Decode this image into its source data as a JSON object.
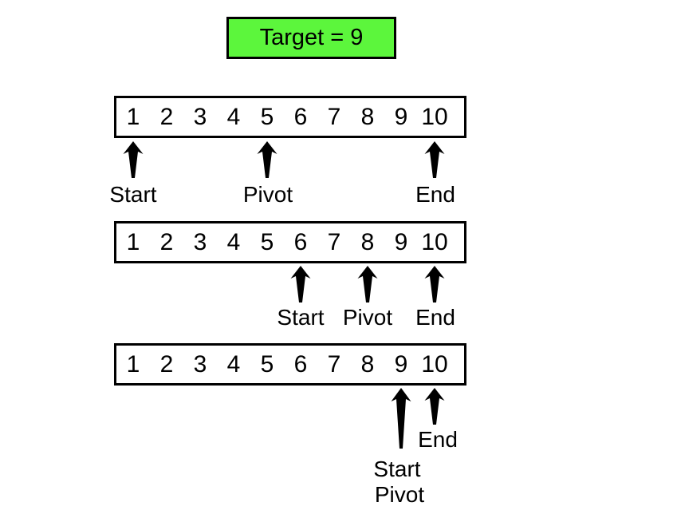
{
  "target": {
    "label": "Target = 9"
  },
  "colors": {
    "target_fill": "#5CF63C",
    "outline": "#000000",
    "background": "#FFFFFF"
  },
  "icons": {
    "pointer": "up-arrow-icon"
  },
  "array_values": [
    "1",
    "2",
    "3",
    "4",
    "5",
    "6",
    "7",
    "8",
    "9",
    "10"
  ],
  "steps": [
    {
      "pointers": [
        {
          "label": "Start",
          "points_to": "1"
        },
        {
          "label": "Pivot",
          "points_to": "5"
        },
        {
          "label": "End",
          "points_to": "10"
        }
      ]
    },
    {
      "pointers": [
        {
          "label": "Start",
          "points_to": "6"
        },
        {
          "label": "Pivot",
          "points_to": "8"
        },
        {
          "label": "End",
          "points_to": "10"
        }
      ]
    },
    {
      "pointers": [
        {
          "label": "End",
          "points_to": "10"
        },
        {
          "label": "Start",
          "points_to": "9"
        },
        {
          "label": "Pivot",
          "points_to": "9"
        }
      ]
    }
  ]
}
